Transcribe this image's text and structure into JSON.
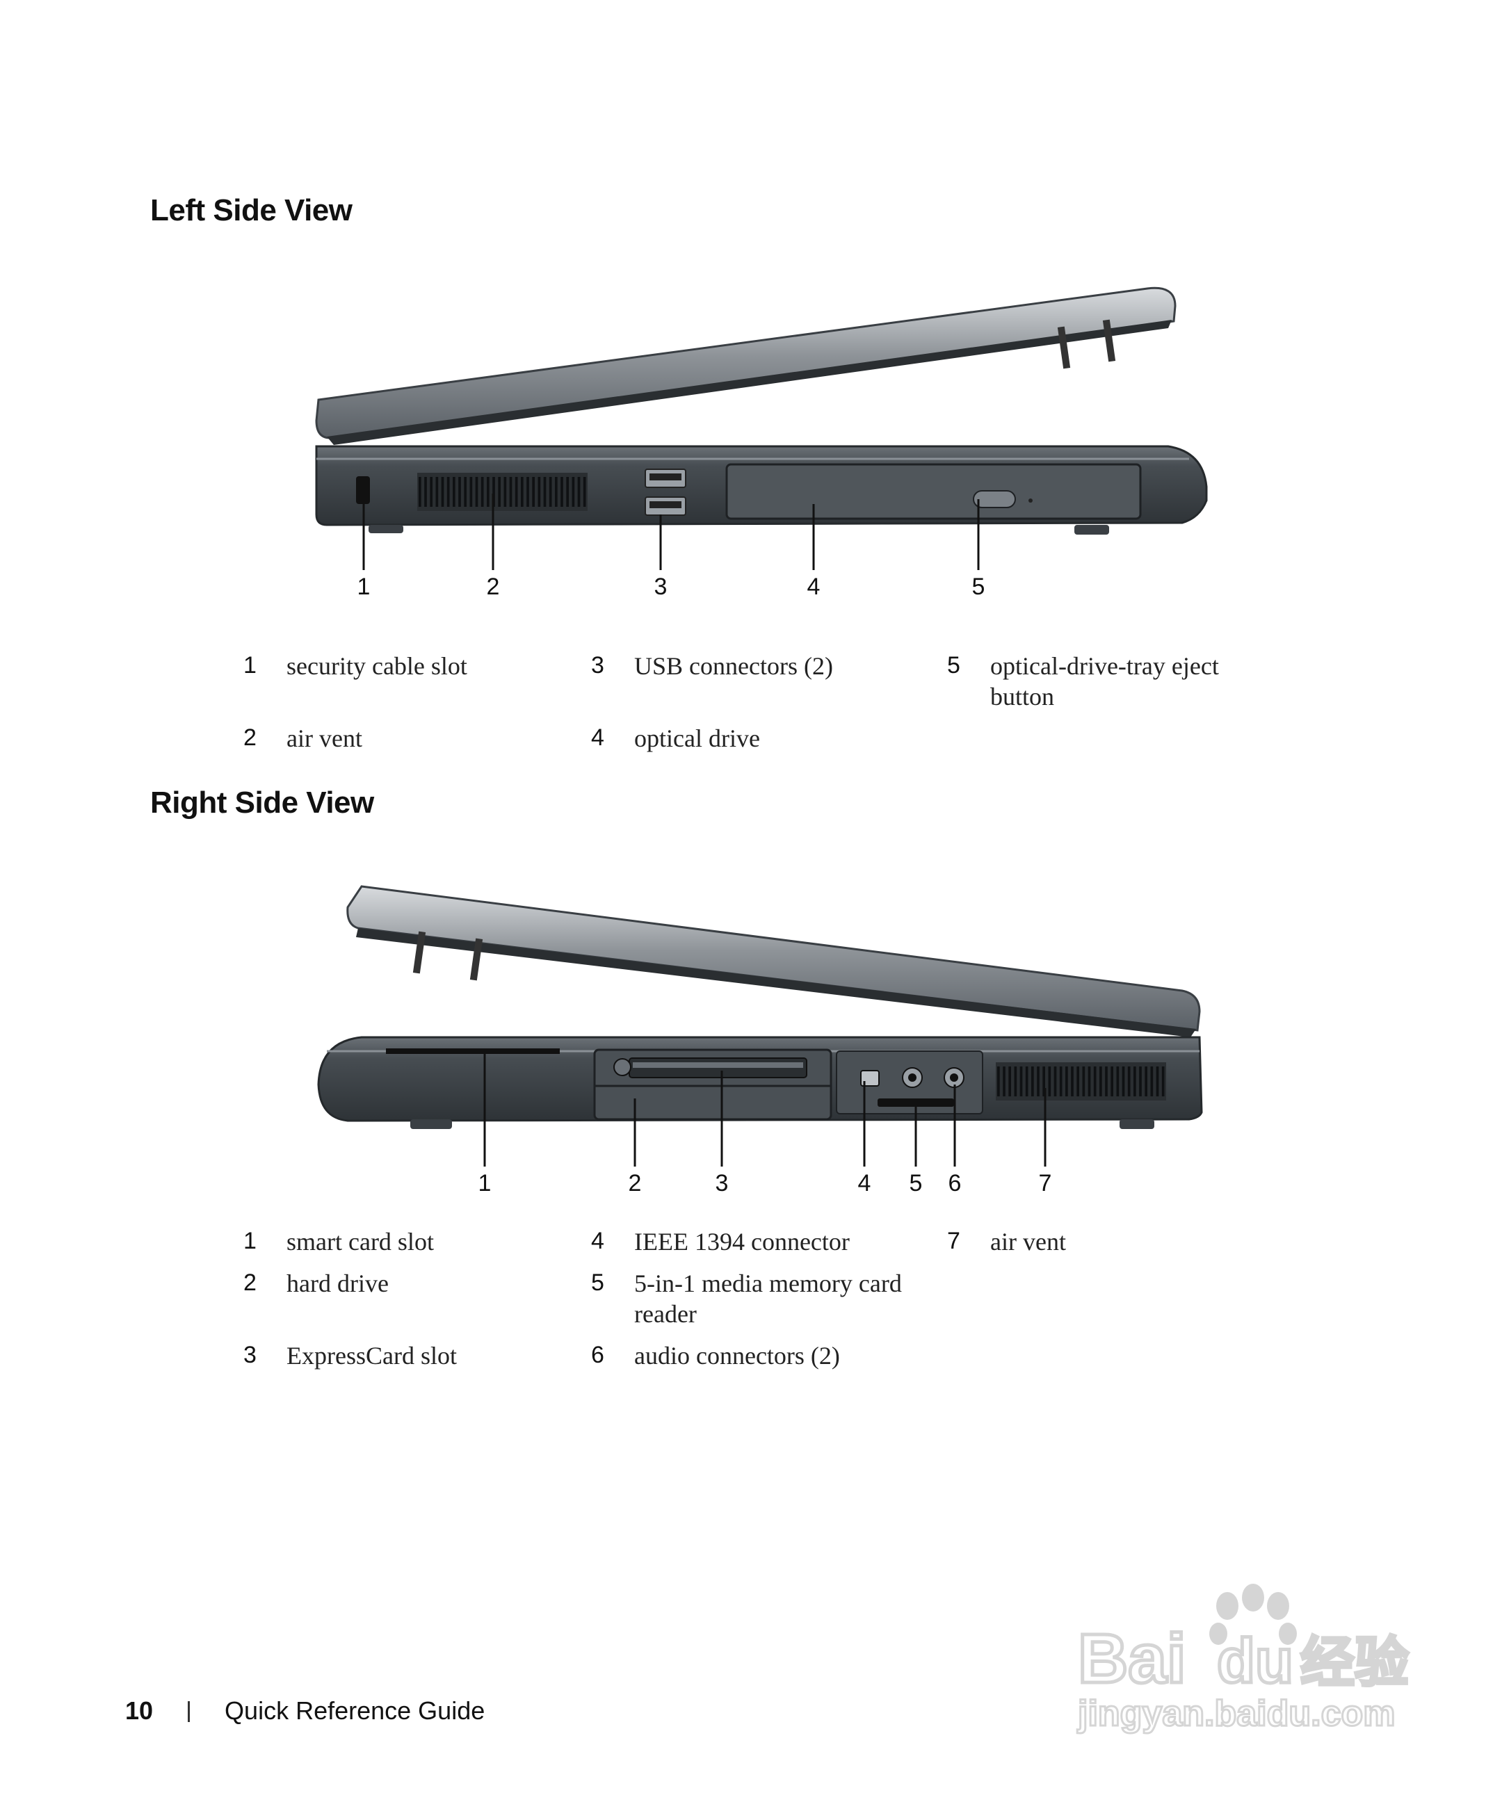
{
  "left_view": {
    "heading": "Left Side View",
    "callouts": [
      "1",
      "2",
      "3",
      "4",
      "5"
    ],
    "legend": [
      {
        "num": "1",
        "text": "security cable slot"
      },
      {
        "num": "2",
        "text": "air vent"
      },
      {
        "num": "3",
        "text": "USB connectors (2)"
      },
      {
        "num": "4",
        "text": "optical drive"
      },
      {
        "num": "5",
        "text": "optical-drive-tray eject button"
      }
    ]
  },
  "right_view": {
    "heading": "Right Side View",
    "callouts": [
      "1",
      "2",
      "3",
      "4",
      "5",
      "6",
      "7"
    ],
    "legend": [
      {
        "num": "1",
        "text": "smart card slot"
      },
      {
        "num": "2",
        "text": "hard drive"
      },
      {
        "num": "3",
        "text": "ExpressCard slot"
      },
      {
        "num": "4",
        "text": "IEEE 1394 connector"
      },
      {
        "num": "5",
        "text": "5-in-1 media memory card reader"
      },
      {
        "num": "6",
        "text": "audio connectors (2)"
      },
      {
        "num": "7",
        "text": "air vent"
      }
    ]
  },
  "footer": {
    "page_number": "10",
    "title": "Quick Reference Guide"
  },
  "watermark": {
    "text_main": "Bai",
    "text_du": "du",
    "text_cn": "经验",
    "url": "jingyan.baidu.com"
  },
  "colors": {
    "chassis": "#3d4348",
    "lid": "#8c9196",
    "text": "#1a1a1a"
  }
}
